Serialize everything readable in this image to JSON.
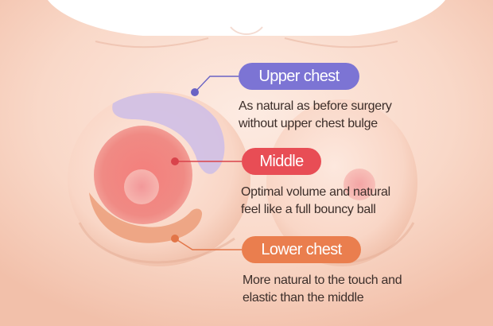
{
  "regions": [
    {
      "key": "upper",
      "label": "Upper chest",
      "color": "#7c74d4",
      "description": [
        "As natural as before surgery",
        "without upper chest bulge"
      ]
    },
    {
      "key": "middle",
      "label": "Middle",
      "color": "#e84d55",
      "description": [
        "Optimal volume and natural",
        "feel like a full bouncy ball"
      ]
    },
    {
      "key": "lower",
      "label": "Lower chest",
      "color": "#ea7e4e",
      "description": [
        "More natural to the touch and",
        "elastic than the middle"
      ]
    }
  ],
  "colors": {
    "skin_light": "#fde9df",
    "skin_mid": "#f8d2c1",
    "skin_shadow": "#e8b09a",
    "nipple": "#ef9a9c",
    "upper_zone_fill": "#cdbce4",
    "middle_zone_fill": "#f07b78",
    "lower_zone_fill": "#eb9a74",
    "connector_upper": "#6a63c4",
    "connector_middle": "#d9434b",
    "connector_lower": "#e27548"
  }
}
